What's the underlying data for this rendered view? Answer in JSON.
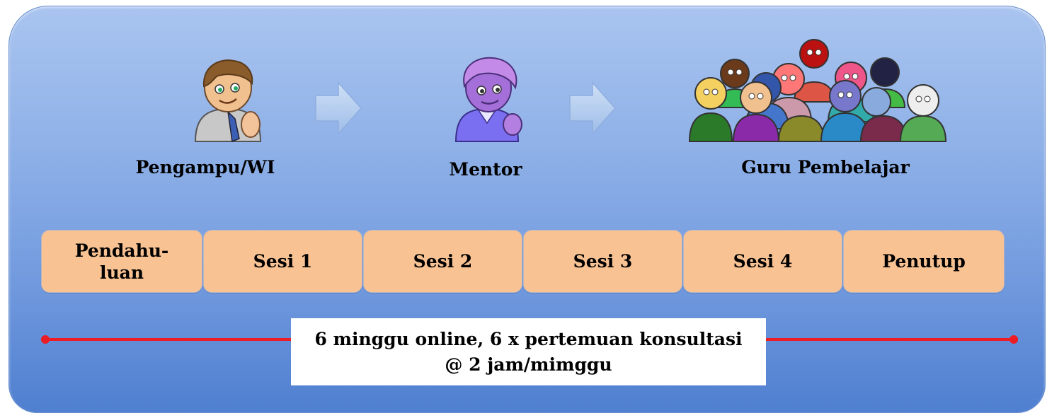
{
  "roles": [
    {
      "label": "Pengampu/WI",
      "icon": "instructor-person-icon"
    },
    {
      "label": "Mentor",
      "icon": "mentor-person-icon"
    },
    {
      "label": "Guru Pembelajar",
      "icon": "learners-group-icon"
    }
  ],
  "sessions": [
    "Pendahu-\nluan",
    "Sesi 1",
    "Sesi 2",
    "Sesi 3",
    "Sesi 4",
    "Penutup"
  ],
  "timeline": {
    "line1": "6 minggu online, 6 x pertemuan konsultasi",
    "line2": "@ 2 jam/mimggu"
  },
  "colors": {
    "background_top": "#a9c4ef",
    "background_bottom": "#4f7fd0",
    "session_box": "#f9c293",
    "timeline_line": "#ee1c24",
    "callout": "#ffffff"
  }
}
